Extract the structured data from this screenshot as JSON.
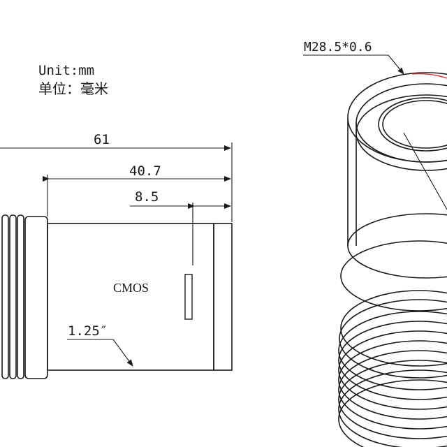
{
  "units": {
    "line1": "Unit:mm",
    "line2": "单位：毫米"
  },
  "dimensions": {
    "overall_length": "61",
    "body_length": "40.7",
    "sensor_offset": "8.5",
    "sensor_label": "CMOS",
    "sensor_format": "1.25″",
    "thread_spec": "M28.5*0.6"
  },
  "colors": {
    "line": "#1a1a1a",
    "accent": "#e03030"
  }
}
